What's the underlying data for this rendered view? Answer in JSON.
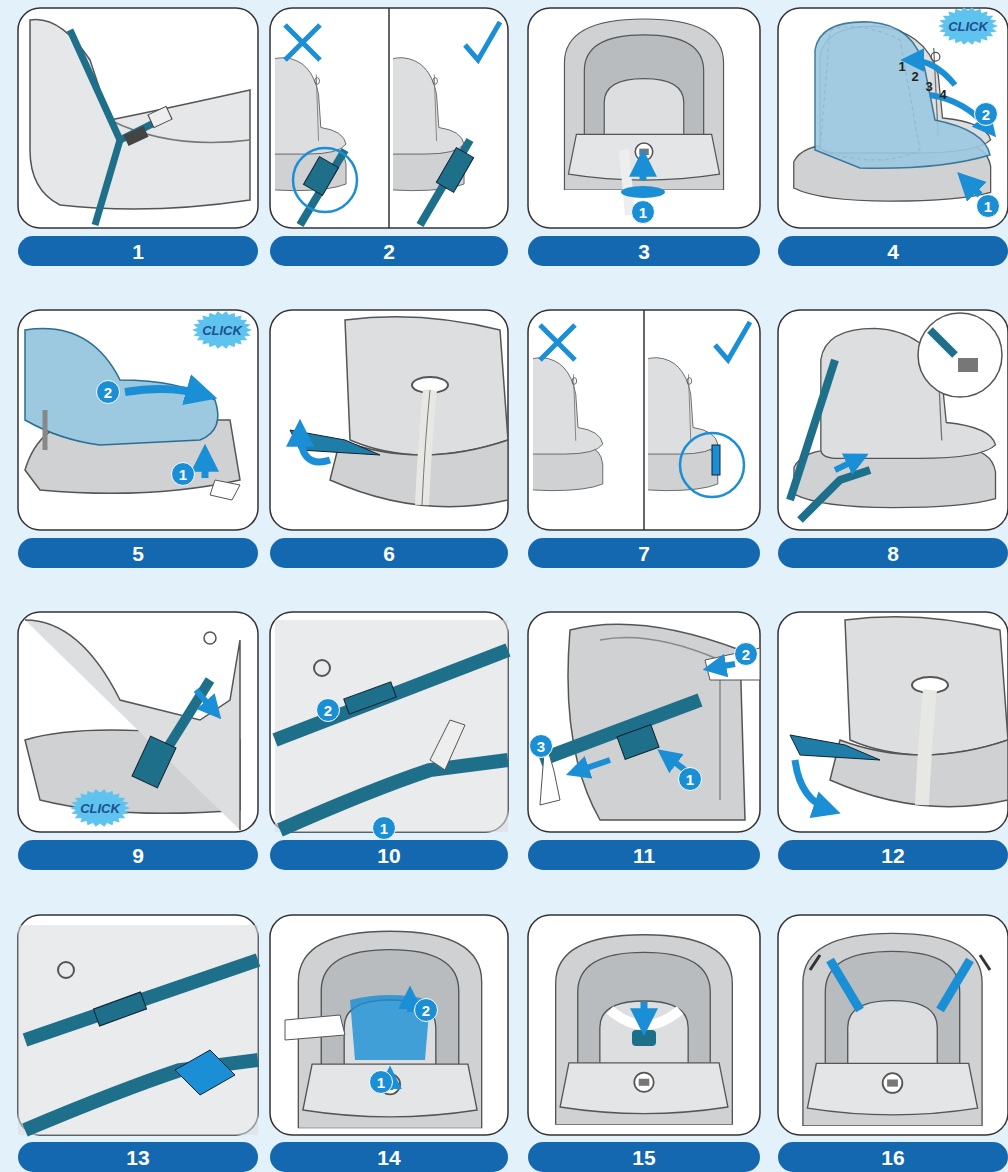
{
  "diagram": {
    "nodes": [
      {
        "text": [
          "1"
        ]
      },
      {
        "text": [
          "2"
        ]
      },
      {
        "text": [
          "3"
        ]
      },
      {
        "text": [
          "4"
        ]
      },
      {
        "text": [
          "5"
        ]
      },
      {
        "text": [
          "6"
        ]
      },
      {
        "text": [
          "7"
        ]
      },
      {
        "text": [
          "8"
        ]
      },
      {
        "text": [
          "9"
        ]
      },
      {
        "text": [
          "10"
        ]
      },
      {
        "text": [
          "11"
        ]
      },
      {
        "text": [
          "12"
        ]
      },
      {
        "text": [
          "13"
        ]
      },
      {
        "text": [
          "14"
        ]
      },
      {
        "text": [
          "15"
        ]
      },
      {
        "text": [
          "16"
        ]
      }
    ],
    "labels": [
      "1",
      "CLICK",
      "1",
      "2",
      "3",
      "4",
      "2",
      "1",
      "CLICK",
      "2",
      "1",
      "CLICK",
      "2",
      "1",
      "2",
      "3",
      "1",
      "2",
      "1"
    ]
  }
}
